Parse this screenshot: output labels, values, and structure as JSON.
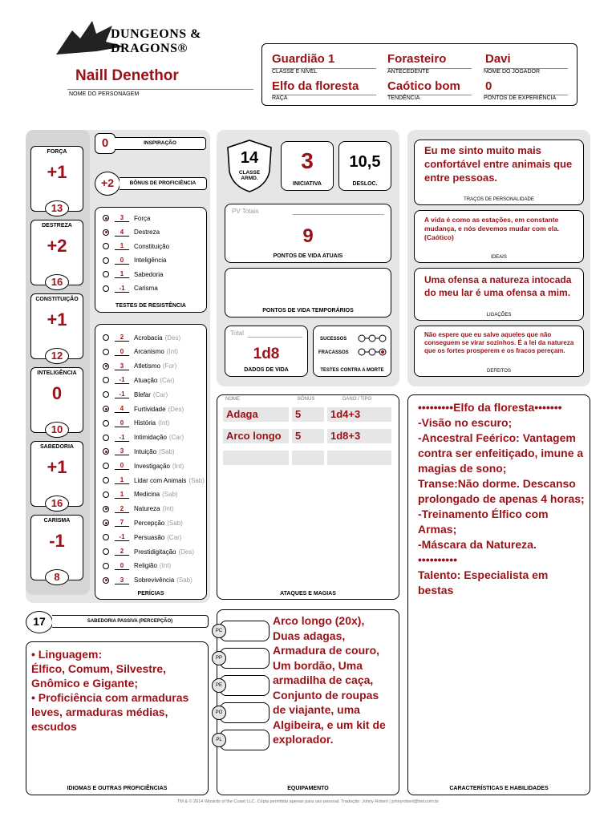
{
  "header": {
    "logo_text": "DUNGEONS & DRAGONS®",
    "char_name": "Naill Denethor",
    "char_name_label": "NOME DO PERSONAGEM",
    "fields": [
      {
        "value": "Guardião 1",
        "label": "CLASSE E NÍVEL"
      },
      {
        "value": "Forasteiro",
        "label": "ANTECEDENTE"
      },
      {
        "value": "Davi",
        "label": "NOME DO JOGADOR"
      },
      {
        "value": "Elfo da floresta",
        "label": "RAÇA"
      },
      {
        "value": "Caótico bom",
        "label": "TENDÊNCIA"
      },
      {
        "value": "0",
        "label": "PONTOS DE EXPERIÊNCIA"
      }
    ]
  },
  "abilities": [
    {
      "name": "FORÇA",
      "mod": "+1",
      "score": "13"
    },
    {
      "name": "DESTREZA",
      "mod": "+2",
      "score": "16"
    },
    {
      "name": "CONSTITUIÇÃO",
      "mod": "+1",
      "score": "12"
    },
    {
      "name": "INTELIGÊNCIA",
      "mod": "0",
      "score": "10"
    },
    {
      "name": "SABEDORIA",
      "mod": "+1",
      "score": "16"
    },
    {
      "name": "CARISMA",
      "mod": "-1",
      "score": "8"
    }
  ],
  "inspiration": {
    "value": "0",
    "label": "INSPIRAÇÃO"
  },
  "proficiency": {
    "value": "+2",
    "label": "BÔNUS DE PROFICIÊNCIA"
  },
  "saves": {
    "label": "TESTES DE RESISTÊNCIA",
    "items": [
      {
        "value": "3",
        "name": "Força",
        "prof": true
      },
      {
        "value": "4",
        "name": "Destreza",
        "prof": true
      },
      {
        "value": "1",
        "name": "Constituição",
        "prof": false
      },
      {
        "value": "0",
        "name": "Inteligência",
        "prof": false
      },
      {
        "value": "1",
        "name": "Sabedoria",
        "prof": false
      },
      {
        "value": "-1",
        "name": "Carisma",
        "prof": false
      }
    ]
  },
  "skills": {
    "label": "PERÍCIAS",
    "items": [
      {
        "value": "2",
        "name": "Acrobacia",
        "attr": "(Des)",
        "prof": false
      },
      {
        "value": "0",
        "name": "Arcanismo",
        "attr": "(Int)",
        "prof": false
      },
      {
        "value": "3",
        "name": "Atletismo",
        "attr": "(For)",
        "prof": true
      },
      {
        "value": "-1",
        "name": "Atuação",
        "attr": "(Car)",
        "prof": false
      },
      {
        "value": "-1",
        "name": "Blefar",
        "attr": "(Car)",
        "prof": false
      },
      {
        "value": "4",
        "name": "Furtividade",
        "attr": "(Des)",
        "prof": true
      },
      {
        "value": "0",
        "name": "História",
        "attr": "(Int)",
        "prof": false
      },
      {
        "value": "-1",
        "name": "Intimidação",
        "attr": "(Car)",
        "prof": false
      },
      {
        "value": "3",
        "name": "Intuição",
        "attr": "(Sab)",
        "prof": true
      },
      {
        "value": "0",
        "name": "Investigação",
        "attr": "(Int)",
        "prof": false
      },
      {
        "value": "1",
        "name": "Lidar com Animais",
        "attr": "(Sab)",
        "prof": false
      },
      {
        "value": "1",
        "name": "Medicina",
        "attr": "(Sab)",
        "prof": false
      },
      {
        "value": "2",
        "name": "Natureza",
        "attr": "(Int)",
        "prof": true
      },
      {
        "value": "7",
        "name": "Percepção",
        "attr": "(Sab)",
        "prof": true
      },
      {
        "value": "-1",
        "name": "Persuasão",
        "attr": "(Car)",
        "prof": false
      },
      {
        "value": "2",
        "name": "Prestidigitação",
        "attr": "(Des)",
        "prof": false
      },
      {
        "value": "0",
        "name": "Religião",
        "attr": "(Int)",
        "prof": false
      },
      {
        "value": "3",
        "name": "Sobrevivência",
        "attr": "(Sab)",
        "prof": true
      }
    ]
  },
  "passive": {
    "value": "17",
    "label": "SABEDORIA PASSIVA (PERCEPÇÃO)"
  },
  "languages": {
    "text_1": "• Linguagem:",
    "text_2": "Élfico, Comum, Silvestre, Gnômico e Gigante;",
    "text_3": "• Proficiência com armaduras leves, armaduras médias, escudos",
    "label": "IDIOMAS E OUTRAS PROFICIÊNCIAS"
  },
  "combat": {
    "ac": {
      "value": "14",
      "label": "CLASSE ARMD."
    },
    "initiative": {
      "value": "3",
      "label": "INICIATIVA"
    },
    "speed": {
      "value": "10,5",
      "label": "DESLOC."
    },
    "hp_max_label": "PV Totais",
    "hp_current": {
      "value": "9",
      "label": "PONTOS DE VIDA ATUAIS"
    },
    "hp_temp_label": "PONTOS DE VIDA TEMPORÁRIOS",
    "hit_dice": {
      "total_label": "Total",
      "value": "1d8",
      "label": "DADOS DE VIDA"
    },
    "death_saves": {
      "success_label": "SUCESSOS",
      "fail_label": "FRACASSOS",
      "label": "TESTES CONTRA A MORTE"
    }
  },
  "attacks": {
    "label": "ATAQUES E MAGIAS",
    "col_name": "NOME",
    "col_bonus": "BÔNUS",
    "col_damage": "DANO / TIPO",
    "rows": [
      {
        "name": "Adaga",
        "bonus": "5",
        "damage": "1d4+3"
      },
      {
        "name": "Arco longo",
        "bonus": "5",
        "damage": "1d8+3"
      }
    ]
  },
  "equipment": {
    "label": "EQUIPAMENTO",
    "text": "Arco longo (20x), Duas adagas, Armadura de couro, Um bordão, Uma armadilha de caça, Conjunto de roupas de viajante, uma Algibeira, e um kit de explorador.",
    "coins": [
      "PC",
      "PP",
      "PE",
      "PO",
      "PL"
    ]
  },
  "traits": {
    "text": "Eu me sinto muito mais confortável entre animais que entre pessoas.",
    "label": "TRAÇOS DE PERSONALIDADE"
  },
  "ideals": {
    "text": "A vida é como as estações, em constante mudança, e nós devemos mudar com ela. (Caótico)",
    "label": "IDEAIS"
  },
  "bonds": {
    "text": "Uma ofensa a natureza intocada do meu lar é uma ofensa a mim.",
    "label": "LIGAÇÕES"
  },
  "flaws": {
    "text": "Não espere que eu salve aqueles que não conseguem se virar sozinhos. É a lei da natureza que os fortes prosperem e os fracos pereçam.",
    "label": "DEFEITOS"
  },
  "features": {
    "label": "CARACTERÍSTICAS E HABILIDADES",
    "lines": [
      "•••••••••Elfo da floresta•••••••",
      "-Visão no escuro;",
      "-Ancestral Feérico: Vantagem contra ser enfeitiçado, imune a magias de sono;",
      "Transe:Não dorme. Descanso prolongado de apenas 4 horas;",
      "-Treinamento Élfico com Armas;",
      "-Máscara da Natureza.",
      "••••••••••",
      "Talento: Especialista em bestas"
    ]
  },
  "footer": "TM & © 2014 Wizards of the Coast LLC. Cópia permitida apenas para uso pessoal. Tradução: Johny Robert | johnyrobert@bol.com.br"
}
